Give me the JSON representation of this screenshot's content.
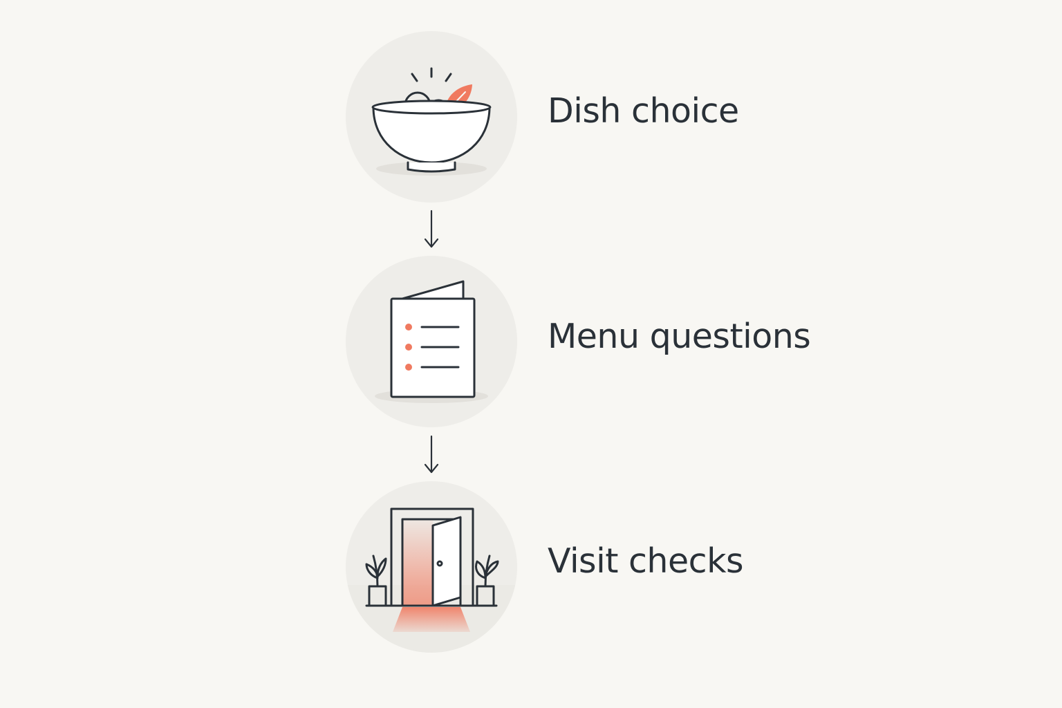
{
  "colors": {
    "background": "#f8f7f3",
    "circle_fill": "#eeede9",
    "ink": "#2a3138",
    "accent": "#f07a60",
    "shadow": "#e2e0db"
  },
  "steps": [
    {
      "label": "Dish choice",
      "icon": "bowl-icon"
    },
    {
      "label": "Menu questions",
      "icon": "menu-icon"
    },
    {
      "label": "Visit checks",
      "icon": "door-icon"
    }
  ],
  "connectors": [
    "arrow-down-icon",
    "arrow-down-icon"
  ]
}
